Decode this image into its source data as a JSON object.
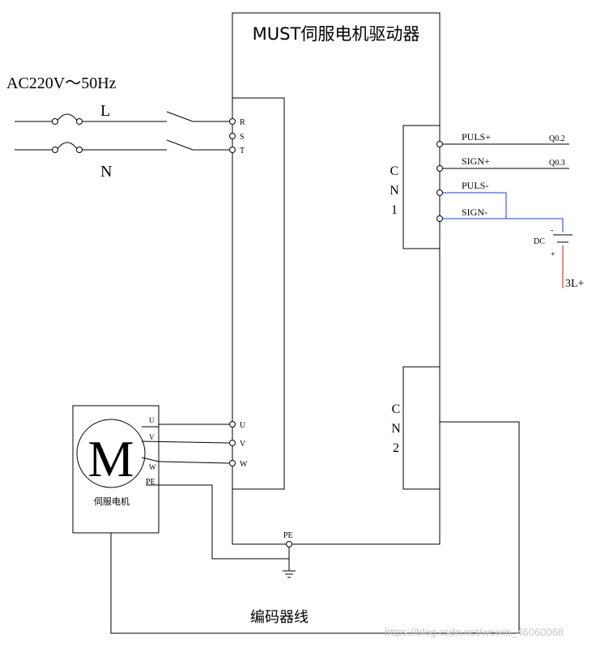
{
  "title": "MUST伺服电机驱动器",
  "ac_supply": "AC220V～50Hz",
  "line_L": "L",
  "line_N": "N",
  "terminals_power": [
    "R",
    "S",
    "T"
  ],
  "terminals_motor": [
    "U",
    "V",
    "W"
  ],
  "motor": {
    "symbol": "M",
    "label": "伺服电机",
    "pins": [
      "U",
      "V",
      "W",
      "PE"
    ]
  },
  "pe_label": "PE",
  "cn1": {
    "label": [
      "C",
      "N",
      "1"
    ],
    "pins": [
      "PULS+",
      "SIGN+",
      "PULS-",
      "SIGN-"
    ],
    "plc": [
      "Q0.2",
      "Q0.3"
    ]
  },
  "cn2": {
    "label": [
      "C",
      "N",
      "2"
    ]
  },
  "dc": {
    "label": "DC",
    "minus": "-",
    "plus": "+",
    "supply": "3L+"
  },
  "encoder_label": "编码器线",
  "watermark": "https://blog.csdn.net/weixin_46060068",
  "colors": {
    "wire": "#000000",
    "signal_common": "#1f3bd6",
    "dc_positive": "#c81e1e"
  }
}
